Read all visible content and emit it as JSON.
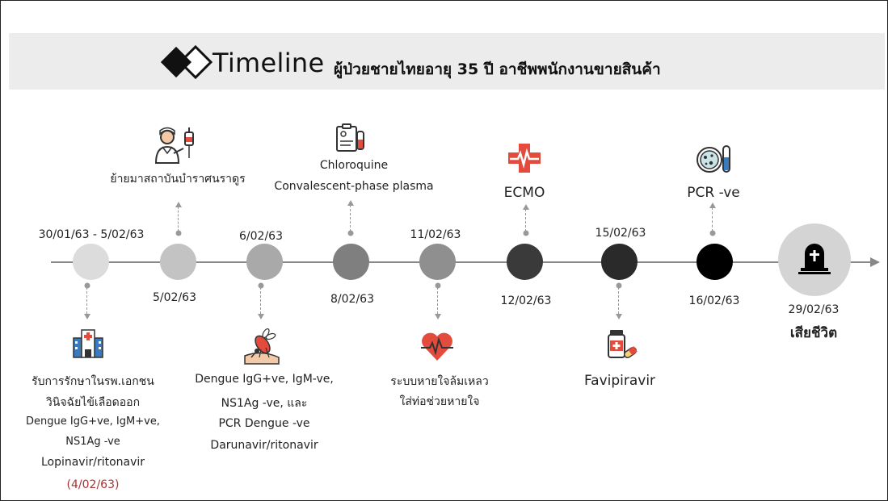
{
  "header": {
    "title": "Timeline",
    "subtitle": "ผู้ป่วยชายไทยอายุ 35 ปี อาชีพพนักงานขายสินค้า"
  },
  "events": {
    "e1": {
      "date": "30/01/63 - 5/02/63",
      "notes": [
        "รับการรักษาในรพ.เอกชน",
        "วินิจฉัยไข้เลือดออก",
        "Dengue IgG+ve, IgM+ve,",
        "NS1Ag -ve",
        "Lopinavir/ritonavir",
        "(4/02/63)"
      ]
    },
    "e2": {
      "date": "5/02/63",
      "notes": [
        "ย้ายมาสถาบันบำราศนราดูร"
      ]
    },
    "e3": {
      "date": "6/02/63",
      "notes": [
        "Dengue IgG+ve, IgM-ve,",
        "NS1Ag -ve, และ",
        "PCR Dengue -ve",
        "Darunavir/ritonavir"
      ]
    },
    "e4": {
      "date": "8/02/63",
      "notes": [
        "Chloroquine",
        "Convalescent-phase plasma"
      ]
    },
    "e5": {
      "date": "11/02/63",
      "notes": [
        "ระบบหายใจล้มเหลว",
        "ใส่ท่อช่วยหายใจ"
      ]
    },
    "e6": {
      "date": "12/02/63",
      "notes": [
        "ECMO"
      ]
    },
    "e7": {
      "date": "15/02/63",
      "notes": [
        "Favipiravir"
      ]
    },
    "e8": {
      "date": "16/02/63",
      "notes": [
        "PCR -ve"
      ]
    },
    "e9": {
      "date": "29/02/63",
      "notes": [
        "เสียชีวิต"
      ]
    }
  },
  "icons": {
    "logo": "double-diamond-icon",
    "e1": "hospital-icon",
    "e2": "nurse-iv-icon",
    "e3": "mosquito-icon",
    "e4": "medical-chart-icon",
    "e5": "heartbeat-icon",
    "e6": "medical-cross-heartbeat-icon",
    "e7": "medicine-pills-icon",
    "e8": "petri-dish-test-tube-icon",
    "e9": "tombstone-icon"
  },
  "colors": {
    "node1": "#d9d9d9",
    "node2": "#bfbfbf",
    "node3": "#a6a6a6",
    "node4": "#808080",
    "node5": "#8c8c8c",
    "node6": "#3a3a3a",
    "node7": "#2a2a2a",
    "node8": "#000000",
    "node9": "#d0d0d0",
    "accent_red": "#e34b3c"
  }
}
